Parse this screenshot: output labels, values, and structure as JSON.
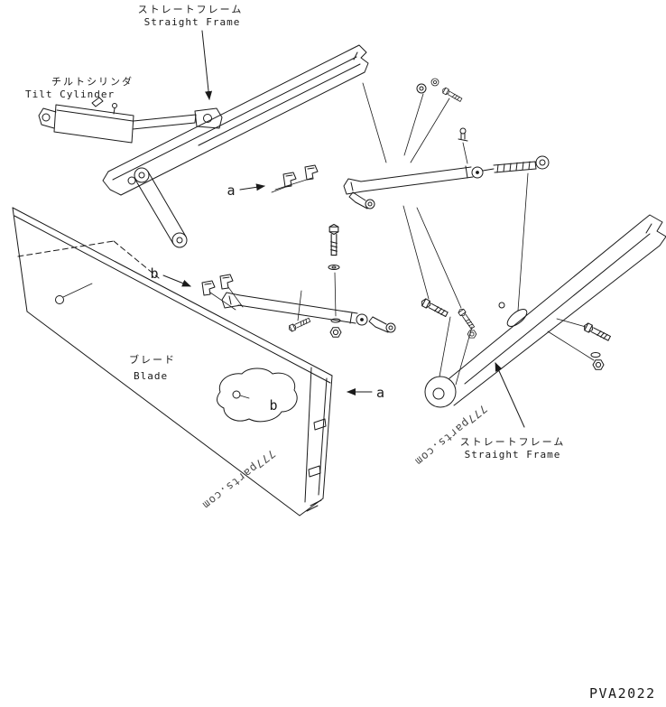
{
  "colors": {
    "ink": "#1a1a1a",
    "paper": "#ffffff",
    "watermark_gray": "#474747"
  },
  "labels": {
    "straight_frame_top": {
      "jp": "ストレートフレーム",
      "en": "Straight Frame"
    },
    "tilt_cylinder": {
      "jp": "チルトシリンダ",
      "en": "Tilt Cylinder"
    },
    "blade": {
      "jp": "ブレード",
      "en": "Blade"
    },
    "straight_frame_bottom": {
      "jp": "ストレートフレーム",
      "en": "Straight Frame"
    }
  },
  "callouts": {
    "a_upper": "a",
    "b_upper": "b",
    "b_blade": "b",
    "a_blade": "a"
  },
  "watermark": {
    "text": "777parts.com"
  },
  "footer": {
    "code": "PVA2022"
  }
}
